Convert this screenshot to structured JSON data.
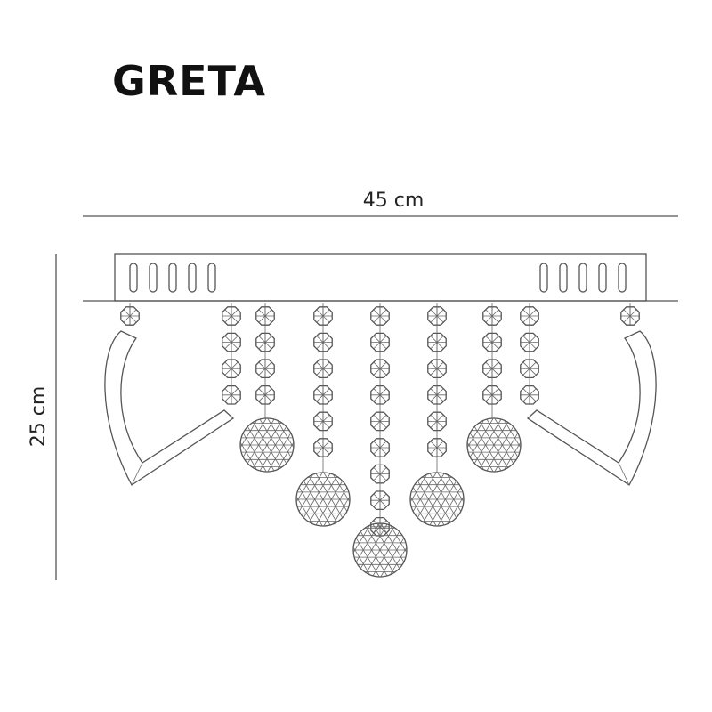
{
  "product": {
    "name": "GRETA"
  },
  "dimensions": {
    "width_label": "45 cm",
    "height_label": "25 cm"
  },
  "colors": {
    "line": "#555555",
    "text": "#222222",
    "background": "#ffffff"
  }
}
